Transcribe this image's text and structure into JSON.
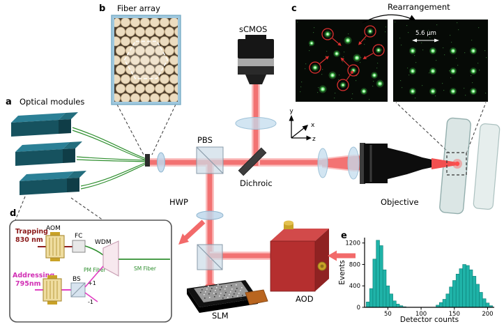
{
  "panel_a": {
    "letter": "a",
    "title": "Optical modules"
  },
  "panel_b": {
    "letter": "b",
    "title": "Fiber array"
  },
  "panel_c": {
    "letter": "c",
    "title": "Rearrangement",
    "scale_label": "5.6 μm"
  },
  "panel_d": {
    "letter": "d",
    "trapping_label": "Trapping",
    "trapping_wavelength": "830 nm",
    "addressing_label": "Addressing",
    "addressing_wavelength": "795nm",
    "aom_label": "AOM",
    "fc_label": "FC",
    "wdm_label": "WDM",
    "bs_label": "BS",
    "pm_fiber_label": "PM Fiber",
    "sm_fiber_label": "SM Fiber",
    "order_plus": "+1",
    "order_minus": "-1"
  },
  "panel_e": {
    "letter": "e"
  },
  "labels": {
    "scmos": "sCMOS",
    "pbs": "PBS",
    "dichroic": "Dichroic",
    "hwp": "HWP",
    "objective": "Objective",
    "slm": "SLM",
    "aod": "AOD",
    "axis_x": "x",
    "axis_y": "y",
    "axis_z": "z"
  },
  "chart_data": {
    "type": "bar",
    "title": "",
    "xlabel": "Detector counts",
    "ylabel": "Events",
    "xlim": [
      15,
      210
    ],
    "ylim": [
      0,
      1300
    ],
    "xticks": [
      50,
      100,
      150,
      200
    ],
    "yticks": [
      0,
      400,
      800,
      1200
    ],
    "bin_width": 5,
    "bins": [
      20,
      25,
      30,
      35,
      40,
      45,
      50,
      55,
      60,
      65,
      70,
      75,
      125,
      130,
      135,
      140,
      145,
      150,
      155,
      160,
      165,
      170,
      175,
      180,
      185,
      190,
      195,
      200,
      205
    ],
    "counts": [
      100,
      350,
      900,
      1250,
      1150,
      700,
      400,
      250,
      120,
      60,
      30,
      10,
      40,
      90,
      150,
      250,
      380,
      500,
      620,
      720,
      800,
      780,
      700,
      580,
      430,
      280,
      160,
      80,
      30
    ],
    "bar_color": "#1fb3a8",
    "bar_edge": "#0c7d75",
    "grid": false,
    "legend": false
  },
  "colors": {
    "beam": "#f26a6a",
    "beam_halo": "#fbc0c0",
    "fiber_green": "#2f8f2f",
    "module_teal": "#16525f",
    "aod_red": "#b52f2f",
    "gold": "#c9a227",
    "trapping_red": "#8b1a1a",
    "addressing_magenta": "#d12fb4",
    "atom_green": "#46d95c"
  }
}
